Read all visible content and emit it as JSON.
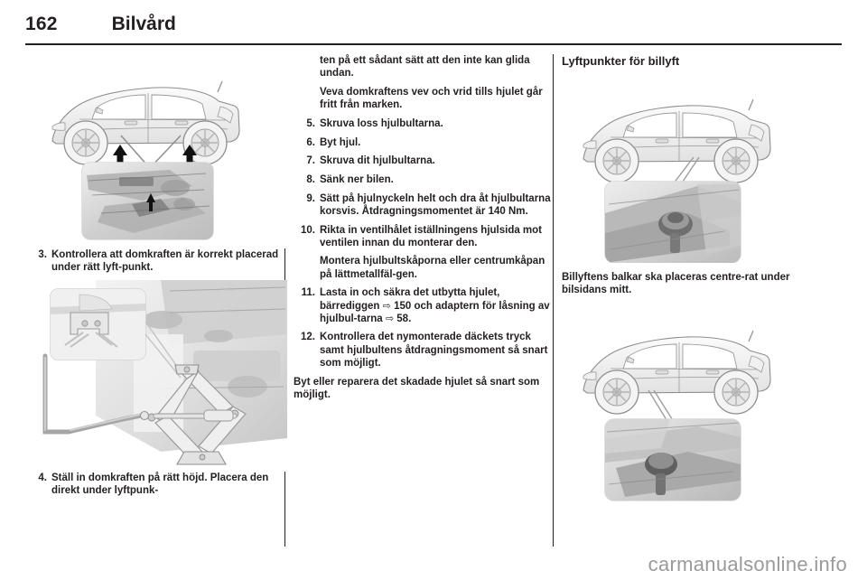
{
  "header": {
    "page_number": "162",
    "chapter": "Bilvård"
  },
  "columns": {
    "left": {
      "figure_top": {
        "name": "jack-points-underbody-figure",
        "alt": "Bil i sidovy med pilar som pekar på lyftpunkterna och detaljfoto av domkraftsfästet"
      },
      "step3": {
        "number": "3.",
        "text": "Kontrollera att domkraften är korrekt placerad under rätt lyft‑punkt."
      },
      "figure_bottom": {
        "name": "scissor-jack-figure",
        "alt": "Sax-domkraft placerad under bilen med detaljbild av lyftpunkten"
      },
      "step4": {
        "number": "4.",
        "text": "Ställ in domkraften på rätt höjd. Placera den direkt under lyftpunk‑"
      }
    },
    "middle": {
      "para_cont_1": "ten på ett sådant sätt att den inte kan glida undan.",
      "para_cont_2": "Veva domkraftens vev och vrid tills hjulet går fritt från marken.",
      "steps": [
        {
          "number": "5.",
          "text": "Skruva loss hjulbultarna."
        },
        {
          "number": "6.",
          "text": "Byt hjul."
        },
        {
          "number": "7.",
          "text": "Skruva dit hjulbultarna."
        },
        {
          "number": "8.",
          "text": "Sänk ner bilen."
        },
        {
          "number": "9.",
          "text": "Sätt på hjulnyckeln helt och dra åt hjulbultarna korsvis. Åtdragningsmomentet är 140 Nm."
        },
        {
          "number": "10.",
          "text": "Rikta in ventilhålet iställningens hjulsida mot ventilen innan du monterar den."
        }
      ],
      "para_after_10": "Montera hjulbultskåporna eller centrumkåpan på lättmetallfäl‑gen.",
      "step11": {
        "number": "11.",
        "text_before": "Lasta in och säkra det utbytta hjulet, bärrediggen",
        "ref1": "150",
        "text_mid": "och adaptern för låsning av hjulbul‑tarna",
        "ref2": "58",
        "text_after": "."
      },
      "step12": {
        "number": "12.",
        "text": "Kontrollera det nymonterade däckets tryck samt hjulbultens åtdragningsmoment så snart som möjligt."
      },
      "closing": "Byt eller reparera det skadade hjulet så snart som möjligt."
    },
    "right": {
      "section_title": "Lyftpunkter för billyft",
      "figure_top": {
        "name": "vehicle-lift-front-point-figure",
        "alt": "Bil i sidovy med detaljbild av billyftens lyftpunkt fram"
      },
      "caption": "Billyftens balkar ska placeras centre‑rat under bilsidans mitt.",
      "figure_bottom": {
        "name": "vehicle-lift-rear-point-figure",
        "alt": "Bil i sidovy med detaljbild av billyftens lyftpunkt bak"
      }
    }
  },
  "watermark": "carmanualsonline.info",
  "ref_arrow_glyph": "⇨",
  "colors": {
    "ink": "#231f20",
    "rule": "#231f20",
    "watermark": "#9a9a9a",
    "figure_light": "#e9e9e9",
    "figure_mid": "#c9c9c9",
    "figure_dark": "#8a8a8a"
  }
}
